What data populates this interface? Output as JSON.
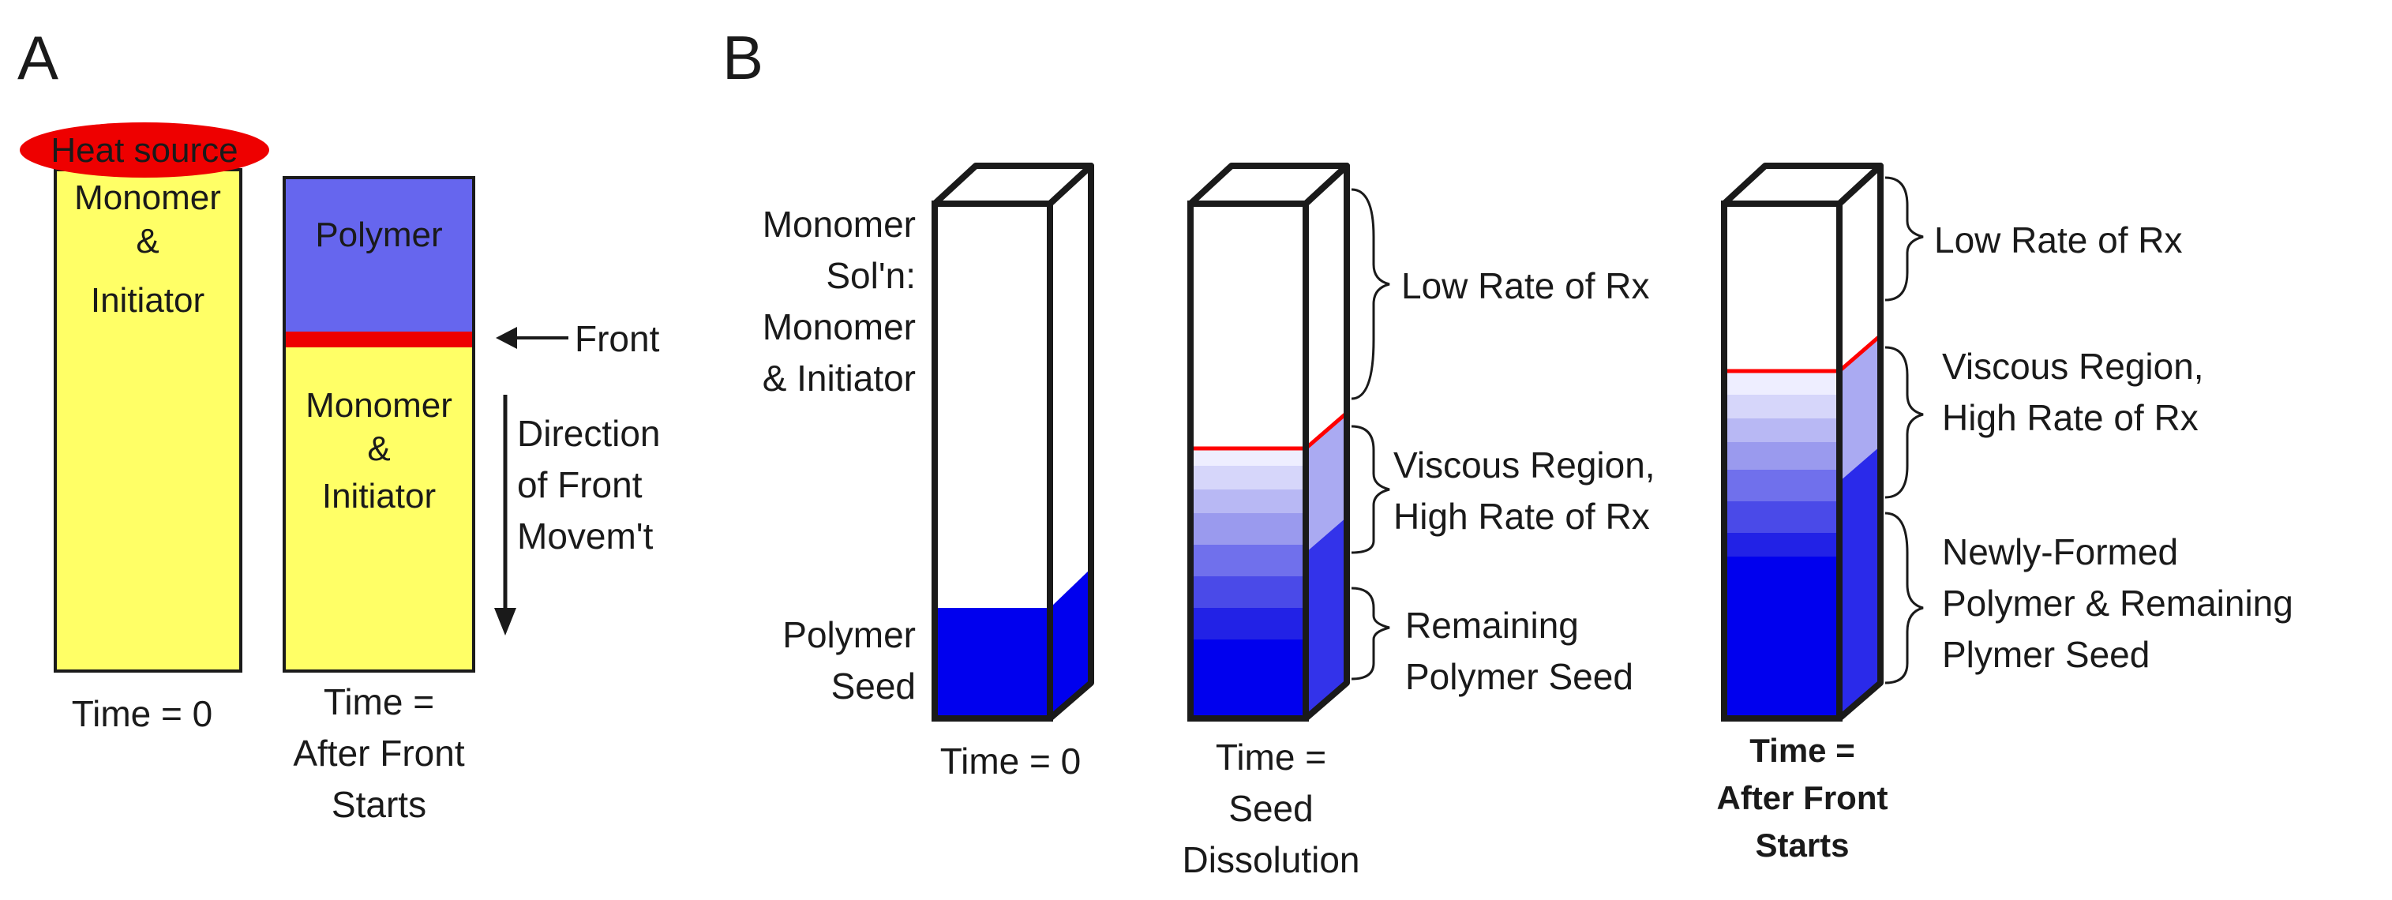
{
  "colors": {
    "yellow": "#ffff66",
    "polymer_purple": "#6666ee",
    "seed_blue": "#0000ee",
    "front_red": "#ff0000",
    "outline": "#1a1a1a",
    "heat_red": "#ee0000"
  },
  "panel_a": {
    "letter": "A",
    "heat_source": "Heat source",
    "col1_top_label": [
      "Monomer",
      "&",
      "Initiator"
    ],
    "col1_caption": "Time = 0",
    "col2_polymer_label": "Polymer",
    "col2_bottom_label": [
      "Monomer",
      "&",
      "Initiator"
    ],
    "col2_caption": [
      "Time =",
      "After Front",
      "Starts"
    ],
    "front_label": "Front",
    "direction_label": [
      "Direction",
      "of Front",
      "Movem't"
    ]
  },
  "panel_b": {
    "letter": "B",
    "left_label_top": [
      "Monomer",
      "Sol'n:",
      "Monomer",
      "& Initiator"
    ],
    "left_label_bottom": [
      "Polymer",
      "Seed"
    ],
    "tube1_caption": "Time = 0",
    "tube2_caption": [
      "Time =",
      "Seed",
      "Dissolution"
    ],
    "tube2_low_rate": "Low Rate of Rx",
    "tube2_viscous": [
      "Viscous Region,",
      "High Rate of Rx"
    ],
    "tube2_remaining": [
      "Remaining",
      "Polymer Seed"
    ],
    "tube3_caption": [
      "Time =",
      "After Front",
      "Starts"
    ],
    "tube3_low_rate": "Low Rate of Rx",
    "tube3_viscous": [
      "Viscous Region,",
      "High Rate of Rx"
    ],
    "tube3_newly": [
      "Newly-Formed",
      "Polymer & Remaining",
      "Plymer Seed"
    ]
  }
}
